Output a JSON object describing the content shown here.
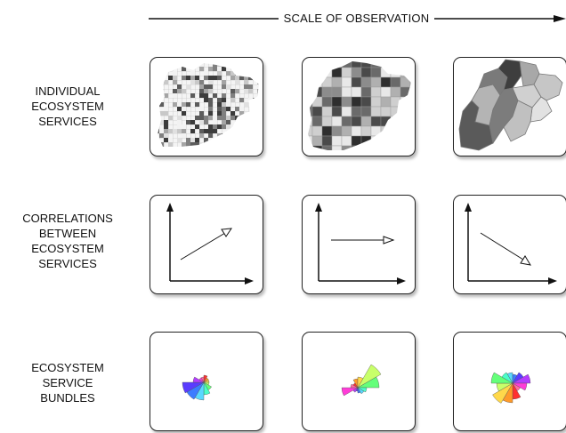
{
  "header": {
    "title": "SCALE OF OBSERVATION"
  },
  "rows": [
    {
      "label_lines": [
        "INDIVIDUAL",
        "ECOSYSTEM",
        "SERVICES"
      ]
    },
    {
      "label_lines": [
        "CORRELATIONS",
        "BETWEEN",
        "ECOSYSTEM",
        "SERVICES"
      ]
    },
    {
      "label_lines": [
        "ECOSYSTEM",
        "SERVICE",
        "BUNDLES"
      ]
    }
  ],
  "panels": {
    "maps": [
      "fine-grid-map",
      "medium-region-map",
      "coarse-region-map"
    ],
    "correlations": [
      "positive-trend",
      "no-trend",
      "negative-trend"
    ],
    "bundles": [
      "bundle-fine",
      "bundle-medium",
      "bundle-coarse"
    ]
  },
  "colors": {
    "stroke": "#222222",
    "shadow": "#999999"
  }
}
